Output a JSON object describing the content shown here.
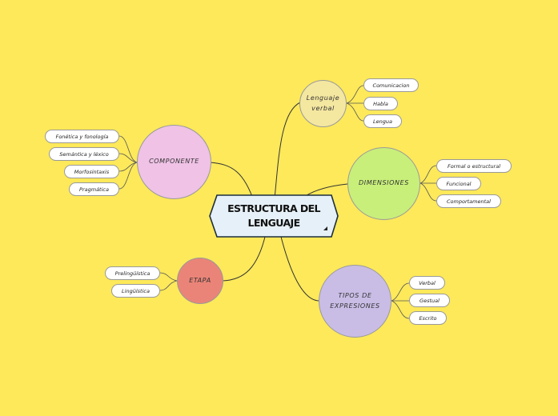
{
  "central": {
    "title": "ESTRUCTURA DEL LENGUAJE"
  },
  "branches": {
    "lenguaje_verbal": {
      "label": "Lenguaje verbal",
      "color": "#f4e7a0",
      "items": [
        "Comunicacion",
        "Habla",
        "Lengua"
      ]
    },
    "componente": {
      "label": "COMPONENTE",
      "color": "#efc2e6",
      "items": [
        "Fonética y fonología",
        "Semántica y léxico",
        "Morfosintaxis",
        "Pragmática"
      ]
    },
    "dimensiones": {
      "label": "DIMENSIONES",
      "color": "#c8ef7a",
      "items": [
        "Formal o estructural",
        "Funcional",
        "Comportamental"
      ]
    },
    "etapa": {
      "label": "ETAPA",
      "color": "#eb8478",
      "items": [
        "Prelingüística",
        "Lingüística"
      ]
    },
    "tipos": {
      "label": "TIPOS DE EXPRESIONES",
      "color": "#c9bde6",
      "items": [
        "Verbal",
        "Gestual",
        "Escrito"
      ]
    }
  }
}
